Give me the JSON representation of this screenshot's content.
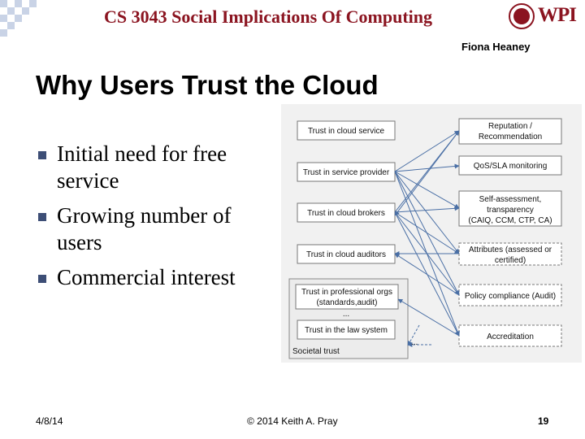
{
  "header": {
    "course": "CS 3043 Social Implications Of Computing",
    "logo_text": "WPI",
    "author": "Fiona Heaney"
  },
  "slide": {
    "title": "Why Users Trust the Cloud",
    "bullets": [
      "Initial need for free service",
      "Growing number of users",
      "Commercial interest"
    ]
  },
  "diagram": {
    "left_boxes": [
      "Trust in cloud service",
      "Trust in service provider",
      "Trust in cloud brokers",
      "Trust in cloud auditors",
      "Trust in professional orgs",
      "(standards,audit)",
      "...",
      "Trust in the law system",
      "Societal trust"
    ],
    "right_boxes": [
      "Reputation /",
      "Recommendation",
      "QoS/SLA monitoring",
      "Self-assessment,",
      "transparency",
      "(CAIQ, CCM, CTP, CA)",
      "Attributes (assessed or",
      "certified)",
      "Policy compliance (Audit)",
      "Accreditation"
    ],
    "ellipsis": "..."
  },
  "footer": {
    "date": "4/8/14",
    "copyright": "© 2014 Keith A. Pray",
    "page": "19"
  },
  "colors": {
    "maroon": "#8b1420",
    "bullet": "#3d4e76",
    "arrow": "#4a6fa5"
  }
}
